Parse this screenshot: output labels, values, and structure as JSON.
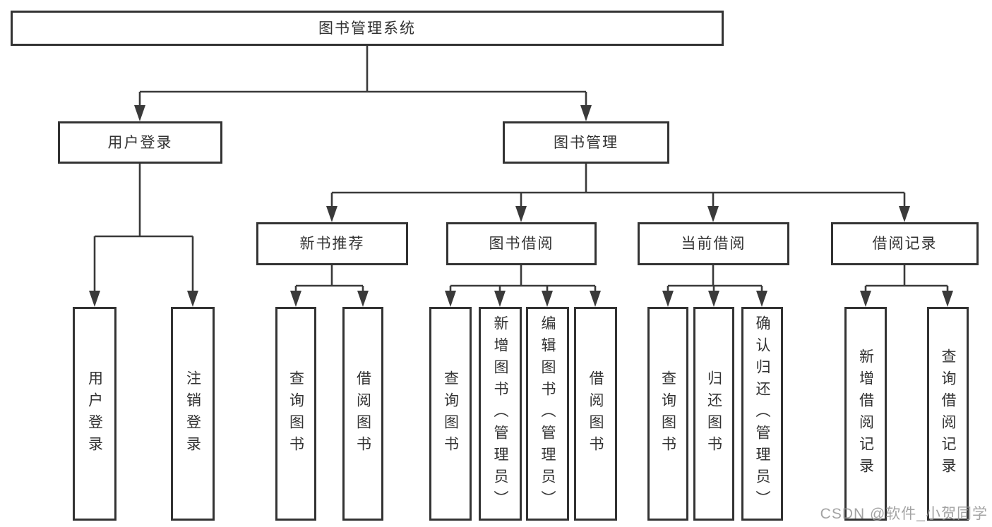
{
  "diagram": {
    "root": {
      "label": "图书管理系统"
    },
    "branches": [
      {
        "label": "用户登录",
        "children": [
          {
            "label": "用户登录"
          },
          {
            "label": "注销登录"
          }
        ]
      },
      {
        "label": "图书管理",
        "children": [
          {
            "label": "新书推荐",
            "children": [
              {
                "label": "查询图书"
              },
              {
                "label": "借阅图书"
              }
            ]
          },
          {
            "label": "图书借阅",
            "children": [
              {
                "label": "查询图书"
              },
              {
                "label": "新增图书（管理员）"
              },
              {
                "label": "编辑图书（管理员）"
              },
              {
                "label": "借阅图书"
              }
            ]
          },
          {
            "label": "当前借阅",
            "children": [
              {
                "label": "查询图书"
              },
              {
                "label": "归还图书"
              },
              {
                "label": "确认归还（管理员）"
              }
            ]
          },
          {
            "label": "借阅记录",
            "children": [
              {
                "label": "新增借阅记录"
              },
              {
                "label": "查询借阅记录"
              }
            ]
          }
        ]
      }
    ]
  },
  "watermark": {
    "text": "CSDN @软件_小贺同学"
  },
  "colors": {
    "line": "#3a3a3a",
    "border": "#333333",
    "text": "#333333",
    "watermark": "#949494",
    "background": "#ffffff"
  }
}
